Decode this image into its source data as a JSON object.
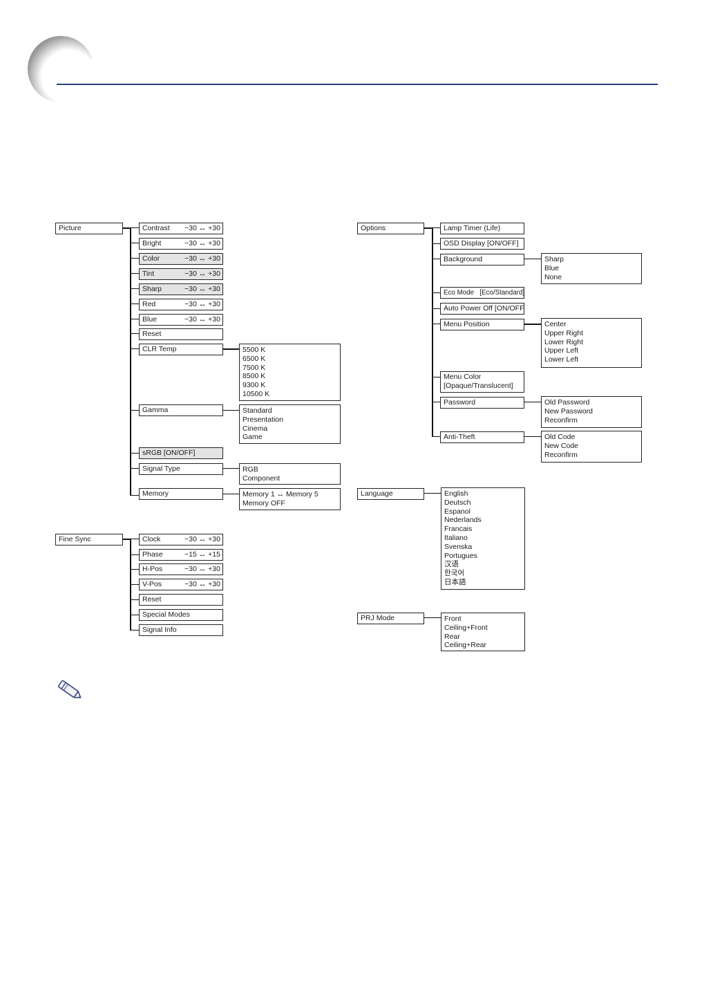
{
  "picture": {
    "label": "Picture",
    "items": [
      {
        "label": "Contrast",
        "range": "−30 ↔ +30"
      },
      {
        "label": "Bright",
        "range": "−30 ↔ +30"
      },
      {
        "label": "Color",
        "range": "−30 ↔ +30"
      },
      {
        "label": "Tint",
        "range": "−30 ↔ +30"
      },
      {
        "label": "Sharp",
        "range": "−30 ↔ +30"
      },
      {
        "label": "Red",
        "range": "−30 ↔ +30"
      },
      {
        "label": "Blue",
        "range": "−30 ↔ +30"
      },
      {
        "label": "Reset"
      },
      {
        "label": "CLR Temp"
      },
      {
        "label": "Gamma"
      },
      {
        "label": "sRGB [ON/OFF]"
      },
      {
        "label": "Signal Type"
      },
      {
        "label": "Memory"
      }
    ],
    "clr_temp_options": [
      "5500 K",
      "6500 K",
      "7500 K",
      "8500 K",
      "9300 K",
      "10500 K"
    ],
    "gamma_options": [
      "Standard",
      "Presentation",
      "Cinema",
      "Game"
    ],
    "signal_type_options": [
      "RGB",
      "Component"
    ],
    "memory_options": [
      "Memory 1 ↔ Memory 5",
      "Memory OFF"
    ]
  },
  "fine_sync": {
    "label": "Fine Sync",
    "items": [
      {
        "label": "Clock",
        "range": "−30 ↔ +30"
      },
      {
        "label": "Phase",
        "range": "−15 ↔ +15"
      },
      {
        "label": "H-Pos",
        "range": "−30 ↔ +30"
      },
      {
        "label": "V-Pos",
        "range": "−30 ↔ +30"
      },
      {
        "label": "Reset"
      },
      {
        "label": "Special Modes"
      },
      {
        "label": "Signal Info"
      }
    ]
  },
  "options": {
    "label": "Options",
    "items": [
      {
        "label": "Lamp Timer (Life)"
      },
      {
        "label": "OSD Display [ON/OFF]"
      },
      {
        "label": "Background"
      },
      {
        "label": "Eco Mode   [Eco/Standard]"
      },
      {
        "label": "Auto Power Off [ON/OFF]"
      },
      {
        "label": "Menu Position"
      },
      {
        "label": "Menu Color",
        "label2": "[Opaque/Translucent]"
      },
      {
        "label": "Password"
      },
      {
        "label": "Anti-Theft"
      }
    ],
    "background_options": [
      "Sharp",
      "Blue",
      "None"
    ],
    "menu_position_options": [
      "Center",
      "Upper Right",
      "Lower Right",
      "Upper Left",
      "Lower Left"
    ],
    "password_options": [
      "Old Password",
      "New Password",
      "Reconfirm"
    ],
    "anti_theft_options": [
      "Old Code",
      "New Code",
      "Reconfirm"
    ]
  },
  "language": {
    "label": "Language",
    "options": [
      "English",
      "Deutsch",
      "Espanol",
      "Nederlands",
      "Francais",
      "Italiano",
      "Svenska",
      "Portugues",
      "汉语",
      "한국어",
      "日本語"
    ]
  },
  "prj_mode": {
    "label": "PRJ Mode",
    "options": [
      "Front",
      "Ceiling+Front",
      "Rear",
      "Ceiling+Rear"
    ]
  },
  "icons": {
    "corner": "corner-arc-icon",
    "note": "pencil-note-icon"
  },
  "colors": {
    "rule": "#2b3f7a",
    "shaded": "#e4e4e4"
  }
}
